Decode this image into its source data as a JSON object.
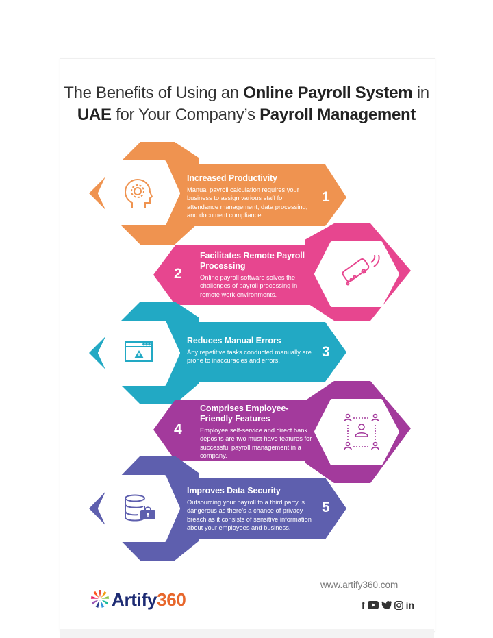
{
  "title": {
    "p1": "The Benefits of Using an ",
    "p2": "Online Payroll System",
    "p3": " in",
    "p4": "UAE",
    "p5": " for Your Company’s ",
    "p6": "Payroll Management"
  },
  "colors": {
    "item1": "#ef9350",
    "item2": "#e7468f",
    "item3": "#22a9c4",
    "item4": "#a33a9c",
    "item5": "#5e5fae"
  },
  "items": [
    {
      "heading": "Increased Productivity",
      "description": "Manual payroll calculation requires your business to assign various staff for attendance management, data processing, and document compliance.",
      "number": "1",
      "icon": "head-gear-icon"
    },
    {
      "heading": "Facilitates Remote Payroll Processing",
      "description": "Online payroll software solves the challenges of payroll processing in remote work environments.",
      "number": "2",
      "icon": "remote-control-icon"
    },
    {
      "heading": "Reduces Manual Errors",
      "description": "Any repetitive tasks conducted manually are prone to inaccuracies and errors.",
      "number": "3",
      "icon": "browser-warning-icon"
    },
    {
      "heading": "Comprises Employee-Friendly Features",
      "description": "Employee self-service and direct bank deposits are two must-have features for successful payroll management in a company.",
      "number": "4",
      "icon": "employee-network-icon"
    },
    {
      "heading": "Improves Data Security",
      "description": "Outsourcing your payroll to a third party is dangerous as there’s a chance of privacy breach as it consists of sensitive information about your employees and business.",
      "number": "5",
      "icon": "database-lock-icon"
    }
  ],
  "footer": {
    "logo_text": "Artify",
    "logo_number": "360",
    "url": "www.artify360.com",
    "social": [
      "facebook-icon",
      "youtube-icon",
      "twitter-icon",
      "instagram-icon",
      "linkedin-icon"
    ],
    "social_glyphs": {
      "f": "f",
      "in": "in"
    }
  }
}
